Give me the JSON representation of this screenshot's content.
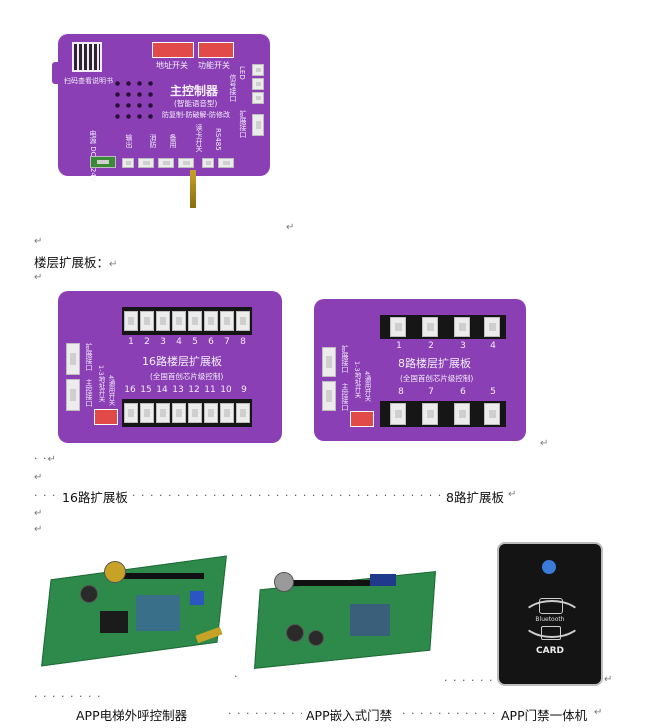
{
  "main_board": {
    "qr_caption": "扫码查看说明书",
    "dip_labels": [
      "地址开关",
      "功能开关"
    ],
    "title": "主控制器",
    "subtitle": "(智能语音型)",
    "tagline": "防复制-防破解-防修改",
    "right_labels": [
      "信号接口",
      "LED",
      "扩展接口"
    ],
    "bottom_labels": [
      "电源 DC12-24V",
      "输出",
      "消防",
      "备用",
      "读卡开关",
      "RS485"
    ]
  },
  "section_heading": "楼层扩展板：",
  "board16": {
    "top_numbers": [
      "1",
      "2",
      "3",
      "4",
      "5",
      "6",
      "7",
      "8"
    ],
    "title": "16路楼层扩展板",
    "subtitle": "(全国首创芯片级控制)",
    "bottom_numbers": [
      "16",
      "15",
      "14",
      "13",
      "12",
      "11",
      "10",
      "9"
    ],
    "left_labels": [
      "扩展接口",
      "主控接口",
      "1-3地址开关",
      "4通用开关"
    ]
  },
  "board8": {
    "top_numbers": [
      "1",
      "2",
      "3",
      "4"
    ],
    "title": "8路楼层扩展板",
    "subtitle": "(全国首创芯片级控制)",
    "bottom_numbers": [
      "8",
      "7",
      "6",
      "5"
    ],
    "left_labels": [
      "扩展接口",
      "主控接口",
      "1-3地址开关",
      "4通用开关"
    ]
  },
  "captions": {
    "board16": "16路扩展板",
    "board8": "8路扩展板",
    "elevator": "APP电梯外呼控制器",
    "embedded": "APP嵌入式门禁",
    "all_in_one": "APP门禁一体机"
  },
  "reader": {
    "bluetooth_label": "Bluetooth",
    "card_label": "CARD"
  },
  "paragraph_mark": "↵",
  "colors": {
    "board_purple": "#8a3fb5",
    "pcb_green": "#2e8a4a",
    "reader_black": "#141414"
  }
}
